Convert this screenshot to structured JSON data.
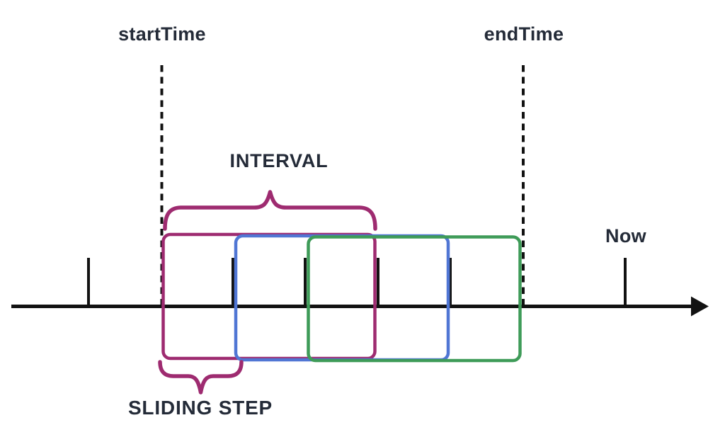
{
  "diagram": {
    "labels": {
      "start_time": "startTime",
      "end_time": "endTime",
      "now": "Now",
      "interval": "INTERVAL",
      "sliding_step": "SLIDING STEP"
    },
    "colors": {
      "text": "#242b38",
      "axis": "#121212",
      "window1": "#9e2b70",
      "window2": "#5076d4",
      "window3": "#3e9b58",
      "brace": "#9e2b70"
    },
    "windows": [
      {
        "name": "window-1",
        "color": "#9e2b70",
        "start_tick": 1,
        "end_tick": 4
      },
      {
        "name": "window-2",
        "color": "#5076d4",
        "start_tick": 2,
        "end_tick": 5
      },
      {
        "name": "window-3",
        "color": "#3e9b58",
        "start_tick": 3,
        "end_tick": 6
      }
    ],
    "timeline": {
      "interval_ticks": 3,
      "sliding_step_ticks": 1,
      "boundary_lines": [
        "startTime",
        "endTime"
      ]
    }
  }
}
